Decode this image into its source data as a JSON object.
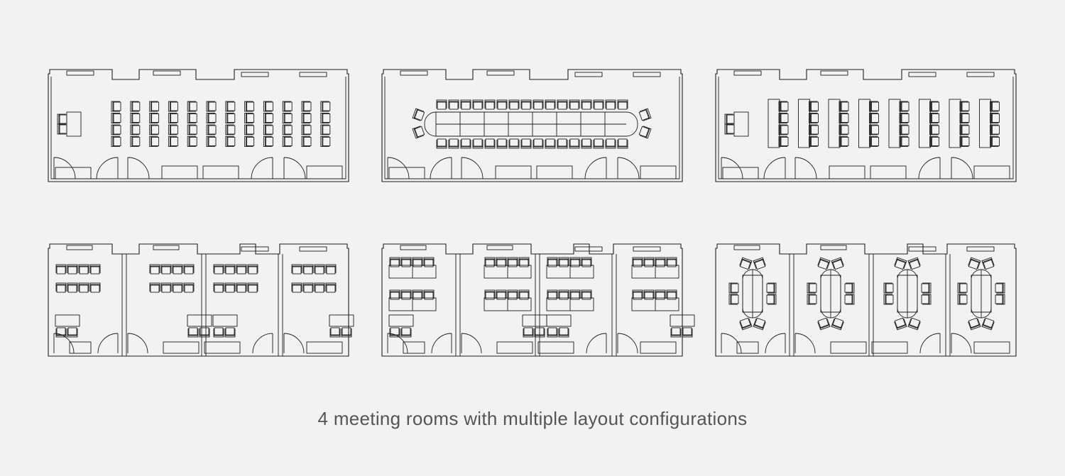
{
  "caption": "4 meeting rooms with multiple layout configurations",
  "diagram": {
    "rows": [
      {
        "type": "combined-hall",
        "plans": [
          {
            "layout": "theater",
            "columns": 12,
            "rows": 4
          },
          {
            "layout": "boardroom",
            "seats_per_side": 16
          },
          {
            "layout": "classroom",
            "desk_columns": 8,
            "rows": 4
          }
        ]
      },
      {
        "type": "separate-rooms",
        "rooms": 4,
        "plans": [
          {
            "layout": "theater"
          },
          {
            "layout": "classroom"
          },
          {
            "layout": "cabaret",
            "chairs_per_table": 8
          }
        ]
      }
    ],
    "colors": {
      "background": "#f2f2f2",
      "line": "#1e1e1e",
      "caption": "#555555"
    }
  }
}
